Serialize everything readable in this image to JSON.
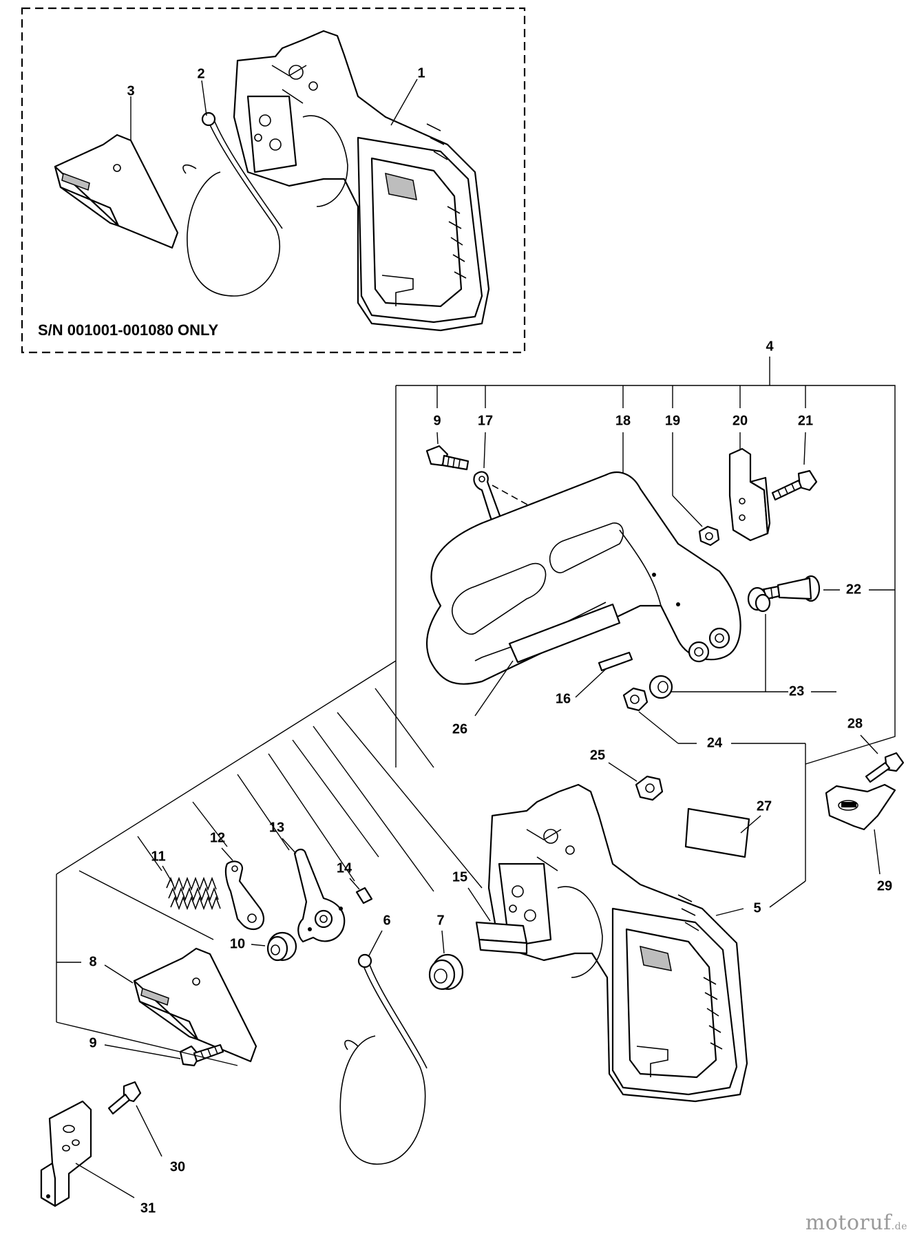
{
  "note": "S/N 001001-001080 ONLY",
  "watermark": {
    "main": "motoruf",
    "suffix": ".de"
  },
  "callouts": [
    "1",
    "2",
    "3",
    "4",
    "5",
    "6",
    "7",
    "8",
    "9",
    "10",
    "11",
    "12",
    "13",
    "14",
    "15",
    "16",
    "17",
    "18",
    "19",
    "20",
    "21",
    "22",
    "23",
    "24",
    "25",
    "26",
    "27",
    "28",
    "29",
    "30",
    "31"
  ]
}
